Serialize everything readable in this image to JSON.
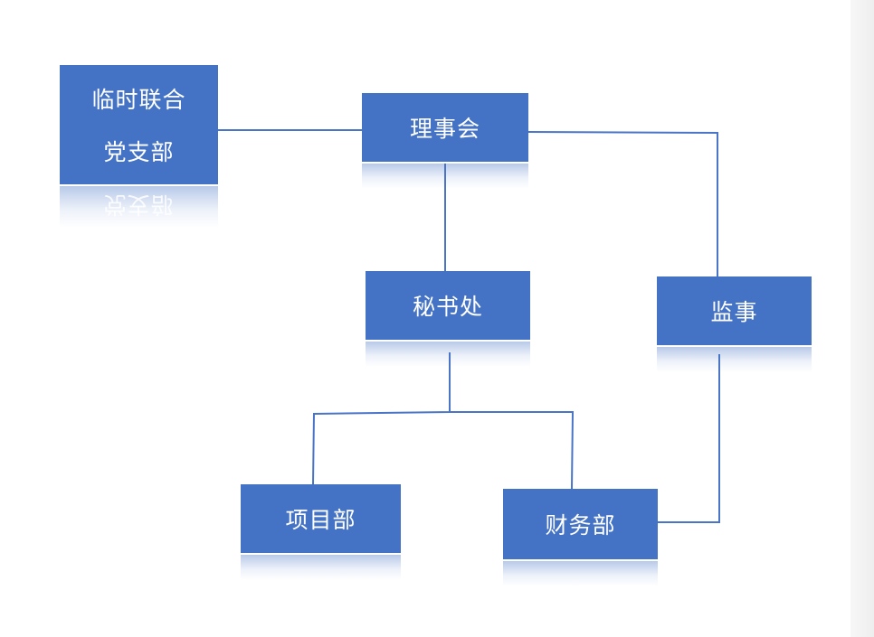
{
  "diagram": {
    "nodes": {
      "party_branch": {
        "line1": "临时联合",
        "line2": "党支部"
      },
      "council": {
        "label": "理事会"
      },
      "secretariat": {
        "label": "秘书处"
      },
      "supervisor": {
        "label": "监事"
      },
      "project_dept": {
        "label": "项目部"
      },
      "finance_dept": {
        "label": "财务部"
      }
    },
    "edges": [
      {
        "from": "party_branch",
        "to": "council"
      },
      {
        "from": "council",
        "to": "secretariat"
      },
      {
        "from": "council",
        "to": "supervisor"
      },
      {
        "from": "secretariat",
        "to": "project_dept"
      },
      {
        "from": "secretariat",
        "to": "finance_dept"
      },
      {
        "from": "supervisor",
        "to": "finance_dept"
      }
    ],
    "colors": {
      "box_fill": "#4472c4",
      "box_text": "#ffffff",
      "connector": "#4a74c8"
    }
  }
}
